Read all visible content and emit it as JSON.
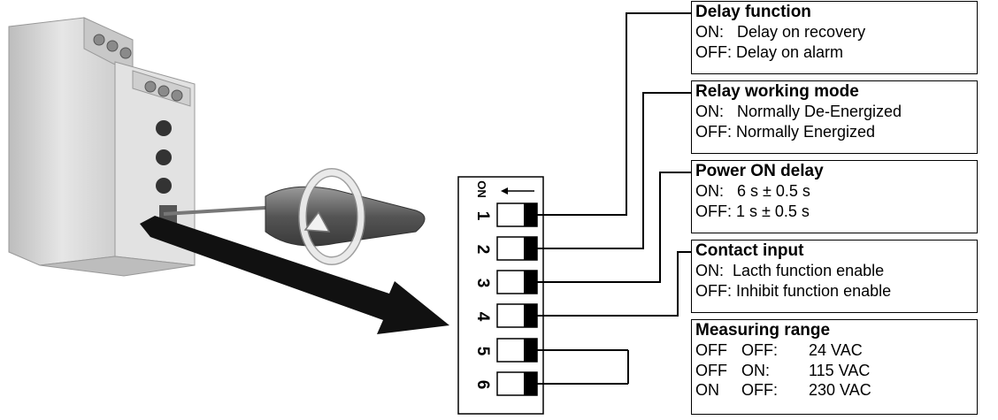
{
  "dip_switch": {
    "on_label": "ON",
    "numbers": [
      "1",
      "2",
      "3",
      "4",
      "5",
      "6"
    ]
  },
  "boxes": {
    "delay_function": {
      "title": "Delay function",
      "lines": [
        "ON:   Delay on recovery",
        "OFF: Delay on alarm"
      ]
    },
    "relay_working_mode": {
      "title": "Relay working mode",
      "lines": [
        "ON:   Normally De-Energized",
        "OFF: Normally Energized"
      ]
    },
    "power_on_delay": {
      "title": "Power ON delay",
      "lines": [
        "ON:   6 s ± 0.5 s",
        "OFF: 1 s ± 0.5 s"
      ]
    },
    "contact_input": {
      "title": "Contact input",
      "lines": [
        "ON:  Lacth function enable",
        "OFF: Inhibit function enable"
      ]
    },
    "measuring_range": {
      "title": "Measuring range",
      "rows": [
        {
          "sw5": "OFF",
          "sw6": "OFF:",
          "value": "24 VAC"
        },
        {
          "sw5": "OFF",
          "sw6": "ON:",
          "value": "115 VAC"
        },
        {
          "sw5": "ON",
          "sw6": "OFF:",
          "value": "230 VAC"
        }
      ]
    }
  },
  "colors": {
    "line": "#000000",
    "device_body": "#d9d9d9",
    "screwdriver_handle": "#6e6e6e"
  }
}
